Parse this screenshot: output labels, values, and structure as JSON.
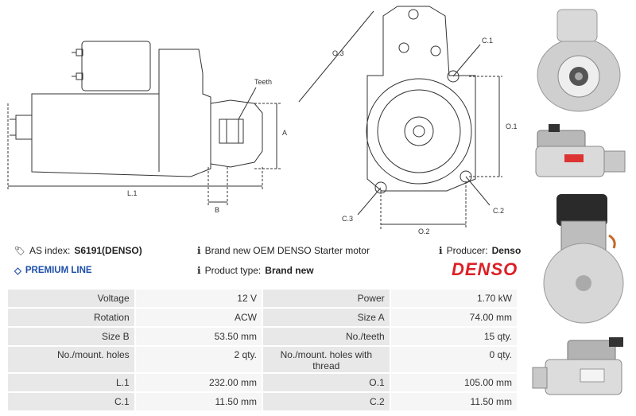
{
  "drawing": {
    "labels": {
      "teeth": "Teeth",
      "a": "A",
      "b": "B",
      "l1": "L.1",
      "o1": "O.1",
      "o2": "O.2",
      "o3": "O.3",
      "c1": "C.1",
      "c2": "C.2",
      "c3": "C.3"
    }
  },
  "info": {
    "as_index_label": "AS index:",
    "as_index_value": "S6191(DENSO)",
    "premium_line": "PREMIUM LINE",
    "description": "Brand new OEM DENSO Starter motor",
    "product_type_label": "Product type:",
    "product_type_value": "Brand new",
    "producer_label": "Producer:",
    "producer_value": "Denso",
    "logo_text": "DENSO"
  },
  "specs": [
    {
      "k1": "Voltage",
      "v1": "12 V",
      "k2": "Power",
      "v2": "1.70 kW"
    },
    {
      "k1": "Rotation",
      "v1": "ACW",
      "k2": "Size A",
      "v2": "74.00 mm"
    },
    {
      "k1": "Size B",
      "v1": "53.50 mm",
      "k2": "No./teeth",
      "v2": "15 qty."
    },
    {
      "k1": "No./mount. holes",
      "v1": "2 qty.",
      "k2": "No./mount. holes with thread",
      "v2": "0 qty."
    },
    {
      "k1": "L.1",
      "v1": "232.00 mm",
      "k2": "O.1",
      "v2": "105.00 mm"
    },
    {
      "k1": "C.1",
      "v1": "11.50 mm",
      "k2": "C.2",
      "v2": "11.50 mm"
    }
  ],
  "colors": {
    "accent_blue": "#1d4fa8",
    "denso_red": "#dc1f26",
    "line": "#333333"
  }
}
